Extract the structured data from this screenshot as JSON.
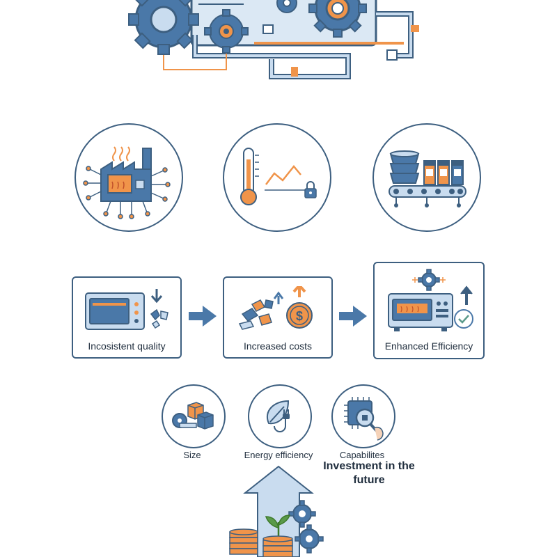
{
  "colors": {
    "primary_blue": "#4a78a8",
    "dark_outline": "#3d5f80",
    "accent_orange": "#f0944a",
    "light_blue": "#c9dcef",
    "green": "#5a9a4a"
  },
  "top_illustration": {
    "icon": "gears-and-pipes-machinery-icon"
  },
  "challenges": [
    {
      "icon": "factory-circuit-icon"
    },
    {
      "icon": "temperature-lock-chart-icon"
    },
    {
      "icon": "conveyor-production-icon"
    }
  ],
  "flow_cards": [
    {
      "label": "Incosistent quality",
      "icon": "oven-broken-product-icon"
    },
    {
      "label": "Increased costs",
      "icon": "rising-cost-icon"
    },
    {
      "label": "Enhanced Efficiency",
      "icon": "efficient-oven-check-icon"
    }
  ],
  "factors": [
    {
      "label": "Size",
      "icon": "size-blocks-tape-icon"
    },
    {
      "label": "Energy efficiency",
      "icon": "leaf-plug-icon"
    },
    {
      "label": "Capabilites",
      "icon": "chip-magnifier-icon"
    }
  ],
  "investment": {
    "title_line1": "Investment in the",
    "title_line2": "future",
    "icon": "coins-growth-arrow-icon"
  }
}
